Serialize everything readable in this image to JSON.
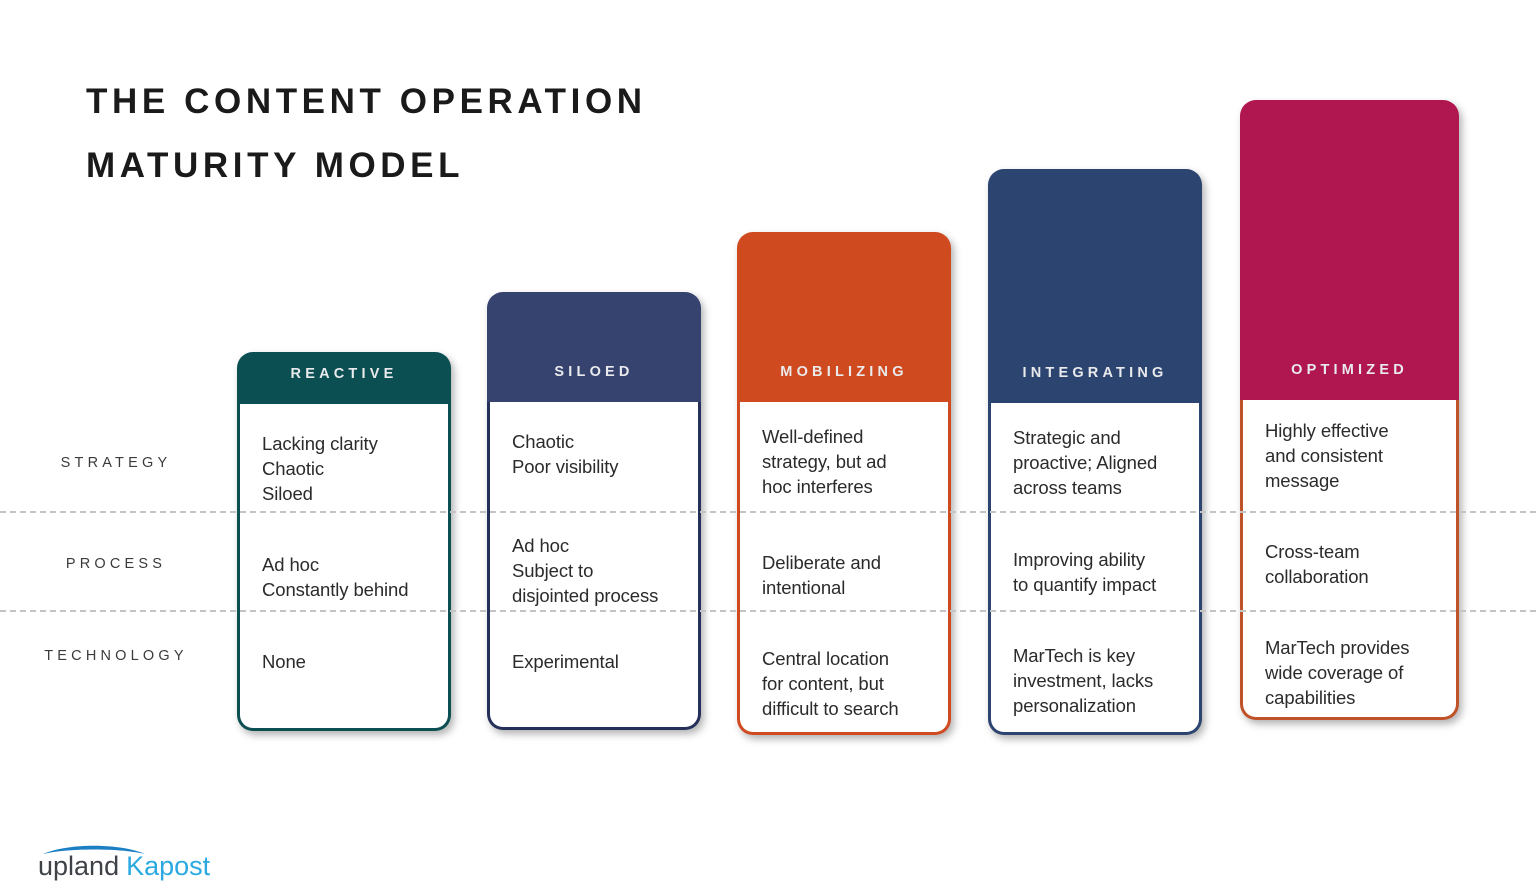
{
  "slide": {
    "title_lines": [
      "The Content Operation",
      "Maturity Model"
    ],
    "background": "#ffffff"
  },
  "row_labels": [
    "Strategy",
    "Process",
    "Technology"
  ],
  "colors": {
    "reactive": "#0B4F53",
    "siloed": "#36436F",
    "mobilizing": "#D04A20",
    "integrating": "#2C4470",
    "optimized": "#B01751",
    "optimized_border": "#C0522A",
    "separator": "#c4c4c4",
    "title_text": "#1a1a1a",
    "body_text": "#2b2b2b",
    "header_text": "#e9eaec"
  },
  "stages": [
    {
      "id": "reactive",
      "label": "Reactive",
      "header_color": "#0B4F53",
      "border_color": "#0B4F53",
      "cells": {
        "strategy": [
          "Lacking clarity",
          "Chaotic",
          "Siloed"
        ],
        "process": [
          "Ad hoc",
          "Constantly behind"
        ],
        "technology": [
          "None"
        ]
      }
    },
    {
      "id": "siloed",
      "label": "Siloed",
      "header_color": "#36436F",
      "border_color": "#25305A",
      "cells": {
        "strategy": [
          "Chaotic",
          "Poor visibility"
        ],
        "process": [
          "Ad hoc",
          "Subject to",
          "disjointed process"
        ],
        "technology": [
          "Experimental"
        ]
      }
    },
    {
      "id": "mobilizing",
      "label": "Mobilizing",
      "header_color": "#D04A20",
      "border_color": "#D04A20",
      "cells": {
        "strategy": [
          "Well-defined",
          "strategy, but ad",
          "hoc interferes"
        ],
        "process": [
          "Deliberate and",
          "intentional"
        ],
        "technology": [
          "Central location",
          "for content, but",
          "difficult to search"
        ]
      }
    },
    {
      "id": "integrating",
      "label": "Integrating",
      "header_color": "#2C4470",
      "border_color": "#2C4470",
      "cells": {
        "strategy": [
          "Strategic and",
          "proactive; Aligned",
          "across teams"
        ],
        "process": [
          "Improving ability",
          "to quantify impact"
        ],
        "technology": [
          "MarTech is key",
          "investment, lacks",
          "personalization"
        ]
      }
    },
    {
      "id": "optimized",
      "label": "Optimized",
      "header_color": "#B01751",
      "border_color": "#C0522A",
      "cells": {
        "strategy": [
          "Highly effective",
          "and consistent",
          "message"
        ],
        "process": [
          "Cross-team",
          "collaboration"
        ],
        "technology": [
          "MarTech provides",
          "wide coverage of",
          "capabilities"
        ]
      }
    }
  ],
  "logo": {
    "word1": "upland",
    "word2": "Kapost",
    "word1_color": "#3f4347",
    "word2_color": "#2BA9E0",
    "swoosh_color": "#1C7FC4"
  }
}
